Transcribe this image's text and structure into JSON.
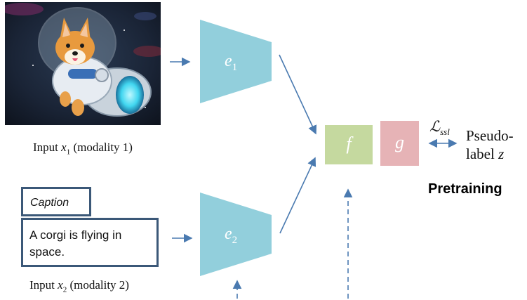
{
  "encoder1": {
    "symbol": "e",
    "subscript": "1"
  },
  "encoder2": {
    "symbol": "e",
    "subscript": "2"
  },
  "fusion": {
    "symbol": "f"
  },
  "head": {
    "symbol": "g"
  },
  "input1_label": {
    "prefix": "Input ",
    "var": "x",
    "sub": "1",
    "suffix": " (modality 1)"
  },
  "input2_label": {
    "prefix": "Input ",
    "var": "x",
    "sub": "2",
    "suffix": " (modality 2)"
  },
  "caption": {
    "tab_label": "Caption",
    "text": "A corgi is flying in space."
  },
  "loss": {
    "symbol": "ℒ",
    "subscript": "ssl"
  },
  "pseudo_label": {
    "line1": "Pseudo-",
    "line2": "label ",
    "var": "z"
  },
  "stage_label": "Pretraining",
  "colors": {
    "encoder": "#92cfdc",
    "f": "#c5d99f",
    "g": "#e6b3b6",
    "arrow": "#4a7ab0",
    "box_border": "#3b5878"
  }
}
